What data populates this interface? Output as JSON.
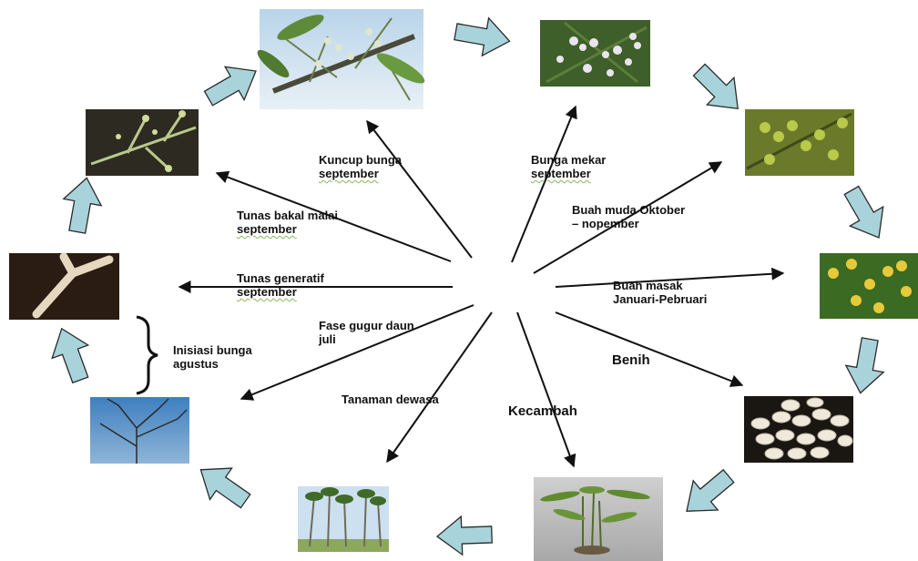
{
  "labels": {
    "kuncup": [
      "Kuncup bunga",
      "september"
    ],
    "bunga_mekar": [
      "Bunga mekar",
      "september"
    ],
    "buah_muda": [
      "Buah muda Oktober",
      "– nopember"
    ],
    "tunas_bakal": [
      "Tunas bakal malai",
      "september"
    ],
    "tunas_generatif": [
      "Tunas generatif",
      "september"
    ],
    "buah_masak": [
      "Buah masak",
      "Januari-Pebruari"
    ],
    "fase_gugur": [
      "Fase gugur daun",
      "juli"
    ],
    "inisiasi": [
      "Inisiasi bunga",
      "agustus"
    ],
    "benih": "Benih",
    "tanaman_dewasa": "Tanaman dewasa",
    "kecambah": "Kecambah"
  },
  "colors": {
    "arrow_fill": "#a9d3da",
    "arrow_stroke": "#2a2a2a",
    "line": "#111111"
  },
  "icons": {
    "cycle_arrow": "block-arrow-icon",
    "brace": "curly-brace-icon"
  }
}
